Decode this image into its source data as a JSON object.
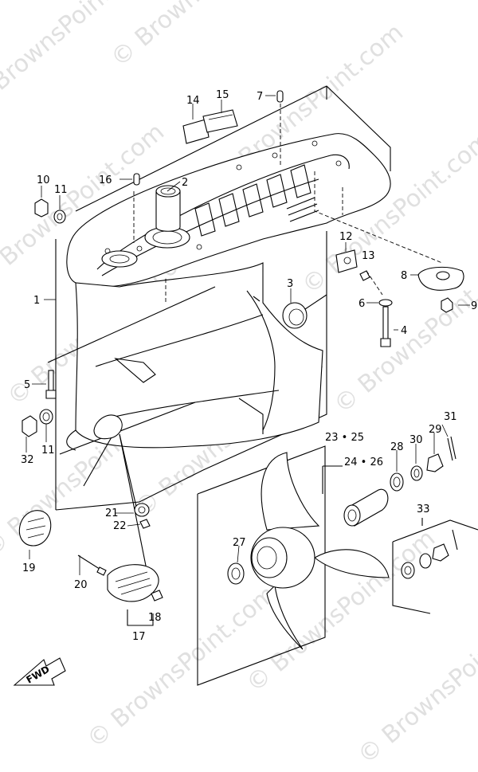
{
  "watermark": "© BrownsPoint.com",
  "fwd_label": "FWD",
  "callouts": {
    "c1": "1",
    "c2": "2",
    "c3": "3",
    "c4": "4",
    "c5": "5",
    "c6": "6",
    "c7": "7",
    "c8": "8",
    "c9": "9",
    "c10": "10",
    "c11a": "11",
    "c11b": "11",
    "c12": "12",
    "c13": "13",
    "c14": "14",
    "c15": "15",
    "c16": "16",
    "c17": "17",
    "c18": "18",
    "c19": "19",
    "c20": "20",
    "c21": "21",
    "c22": "22",
    "c23": "23 • 25",
    "c24": "24 • 26",
    "c27": "27",
    "c28": "28",
    "c29": "29",
    "c30": "30",
    "c31": "31",
    "c32": "32",
    "c33": "33"
  }
}
